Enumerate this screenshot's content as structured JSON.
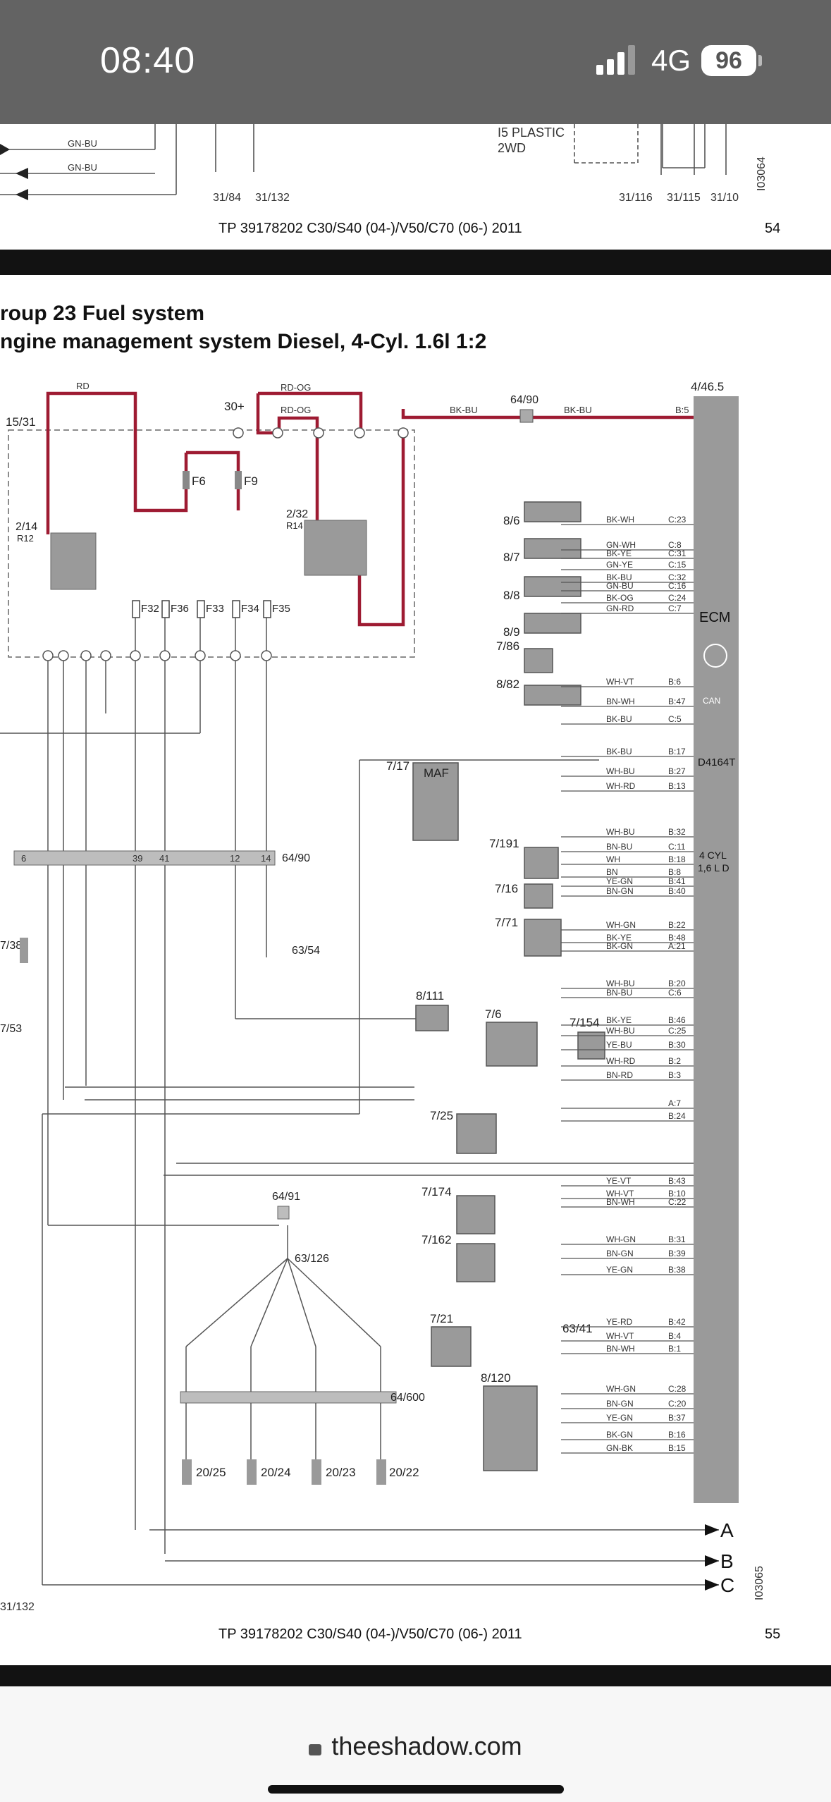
{
  "status_bar": {
    "time": "08:40",
    "network": "4G",
    "battery": "96"
  },
  "top_page": {
    "labels": [
      "I5 PLASTIC",
      "2WD",
      "GN-BU",
      "GN-BU",
      "31/84",
      "31/132",
      "31/116",
      "31/115",
      "31/10",
      "I03064"
    ],
    "footer": "TP 39178202 C30/S40 (04-)/V50/C70 (06-) 2011",
    "page_number": "54"
  },
  "main_page": {
    "title_line1": "roup 23 Fuel system",
    "title_line2": "ngine management system Diesel, 4-Cyl. 1.6l 1:2",
    "footer": "TP 39178202 C30/S40 (04-)/V50/C70 (06-) 2011",
    "page_number": "55",
    "doc_id": "I03065",
    "ecm": {
      "ref": "4/46.5",
      "name": "ECM",
      "engine": "D4164T",
      "cyl": "4 CYL",
      "disp": "1,6 L D"
    },
    "fuse_box": {
      "ref": "15/31",
      "supply": "30+",
      "fuses": [
        "F6",
        "F9",
        "F32",
        "F36",
        "F33",
        "F34",
        "F35"
      ],
      "relays": [
        "2/14",
        "R12",
        "2/32",
        "R14"
      ]
    },
    "components": [
      "8/6",
      "8/7",
      "8/8",
      "8/9",
      "7/86",
      "8/82",
      "7/17",
      "MAF",
      "7/191",
      "7/16",
      "7/71",
      "8/111",
      "7/6",
      "7/154",
      "7/25",
      "7/174",
      "7/162",
      "7/21",
      "63/41",
      "8/120",
      "64/90",
      "64/91",
      "63/126",
      "63/54",
      "64/600",
      "20/25",
      "20/24",
      "20/23",
      "20/22",
      "7/38",
      "7/53",
      "31/132"
    ],
    "outputs": [
      "A",
      "B",
      "C"
    ],
    "wires": [
      {
        "color": "BK-WH",
        "pin": "C:23"
      },
      {
        "color": "GN-WH",
        "pin": "C:8"
      },
      {
        "color": "BK-YE",
        "pin": "C:31"
      },
      {
        "color": "GN-YE",
        "pin": "C:15"
      },
      {
        "color": "BK-BU",
        "pin": "C:32"
      },
      {
        "color": "GN-BU",
        "pin": "C:16"
      },
      {
        "color": "BK-OG",
        "pin": "C:24"
      },
      {
        "color": "GN-RD",
        "pin": "C:7"
      },
      {
        "color": "WH-VT",
        "pin": "B:6"
      },
      {
        "color": "BN-WH",
        "pin": "B:47"
      },
      {
        "color": "BK-BU",
        "pin": "C:5"
      },
      {
        "color": "BK-BU",
        "pin": "B:17"
      },
      {
        "color": "WH-BU",
        "pin": "B:27"
      },
      {
        "color": "WH-RD",
        "pin": "B:13"
      },
      {
        "color": "WH-BU",
        "pin": "B:32"
      },
      {
        "color": "BN-BU",
        "pin": "C:11"
      },
      {
        "color": "WH",
        "pin": "B:18"
      },
      {
        "color": "BN",
        "pin": "B:8"
      },
      {
        "color": "YE-GN",
        "pin": "B:41"
      },
      {
        "color": "BN-GN",
        "pin": "B:40"
      },
      {
        "color": "WH-GN",
        "pin": "B:22"
      },
      {
        "color": "BK-YE",
        "pin": "B:48"
      },
      {
        "color": "BK-GN",
        "pin": "A:21"
      },
      {
        "color": "WH-BU",
        "pin": "B:20"
      },
      {
        "color": "BN-BU",
        "pin": "C:6"
      },
      {
        "color": "BK-YE",
        "pin": "B:46"
      },
      {
        "color": "WH-BU",
        "pin": "C:25"
      },
      {
        "color": "YE-BU",
        "pin": "B:30"
      },
      {
        "color": "WH-RD",
        "pin": "B:2"
      },
      {
        "color": "BN-RD",
        "pin": "B:3"
      },
      {
        "color": "",
        "pin": "A:7"
      },
      {
        "color": "",
        "pin": "B:24"
      },
      {
        "color": "YE-VT",
        "pin": "B:43"
      },
      {
        "color": "WH-VT",
        "pin": "B:10"
      },
      {
        "color": "BN-WH",
        "pin": "C:22"
      },
      {
        "color": "WH-GN",
        "pin": "B:31"
      },
      {
        "color": "BN-GN",
        "pin": "B:39"
      },
      {
        "color": "YE-GN",
        "pin": "B:38"
      },
      {
        "color": "YE-RD",
        "pin": "B:42"
      },
      {
        "color": "WH-VT",
        "pin": "B:4"
      },
      {
        "color": "BN-WH",
        "pin": "B:1"
      },
      {
        "color": "WH-GN",
        "pin": "C:28"
      },
      {
        "color": "BN-GN",
        "pin": "C:20"
      },
      {
        "color": "YE-GN",
        "pin": "B:37"
      },
      {
        "color": "BK-GN",
        "pin": "B:16"
      },
      {
        "color": "GN-BK",
        "pin": "B:15"
      }
    ]
  },
  "browser": {
    "url": "theeshadow.com"
  }
}
